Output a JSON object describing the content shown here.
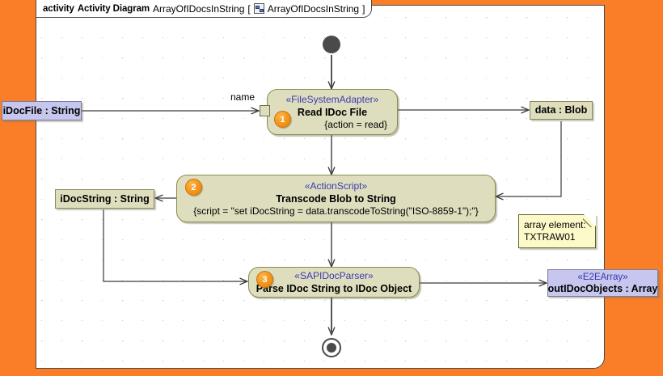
{
  "frame": {
    "keyword": "activity",
    "type_label": "Activity Diagram",
    "name": "ArrayOfIDocsInString",
    "bracket_open": "[",
    "bracket_close": "]",
    "context_name": "ArrayOfIDocsInString",
    "icon": "activity-diagram-icon"
  },
  "canvas": {
    "background": "#FFFFFF",
    "outer_background": "#FA7D28",
    "grid": "dotted"
  },
  "nodes": {
    "initial": {
      "name": "initial-node",
      "shape": "filled-circle"
    },
    "final": {
      "name": "activity-final-node",
      "shape": "bullseye"
    },
    "actions": [
      {
        "id": "read-idoc-file",
        "badge": "1",
        "stereotype": "«FileSystemAdapter»",
        "title": "Read IDoc File",
        "tagged_value": "{action = read}",
        "fill": "#DEDEBE",
        "stereotype_color": "#3a3ab0"
      },
      {
        "id": "transcode-blob-to-string",
        "badge": "2",
        "stereotype": "«ActionScript»",
        "title": "Transcode Blob to String",
        "tagged_value": "{script = \"set iDocString = data.transcodeToString(\"ISO-8859-1\");\"}",
        "fill": "#DEDEBE",
        "stereotype_color": "#3a3ab0"
      },
      {
        "id": "parse-idoc-string",
        "badge": "3",
        "stereotype": "«SAPIDocParser»",
        "title": "Parse IDoc String to IDoc Object",
        "tagged_value": "",
        "fill": "#DEDEBE",
        "stereotype_color": "#3a3ab0"
      }
    ]
  },
  "objects": [
    {
      "id": "idocfile",
      "label": "iDocFile : String",
      "fill": "#C6C6EE"
    },
    {
      "id": "data-blob",
      "label": "data : Blob",
      "fill": "#DEDEBE"
    },
    {
      "id": "idocstring",
      "label": "iDocString : String",
      "fill": "#DEDEBE"
    },
    {
      "id": "outidocobjects",
      "stereotype": "«E2EArray»",
      "label": "outIDocObjects : Array",
      "fill": "#C6C6EE"
    }
  ],
  "pins": [
    {
      "id": "name-pin",
      "label": "name"
    }
  ],
  "notes": [
    {
      "id": "array-element-note",
      "line1": "array element:",
      "line2": "TXTRAW01",
      "fill": "#FCFAC8"
    }
  ]
}
